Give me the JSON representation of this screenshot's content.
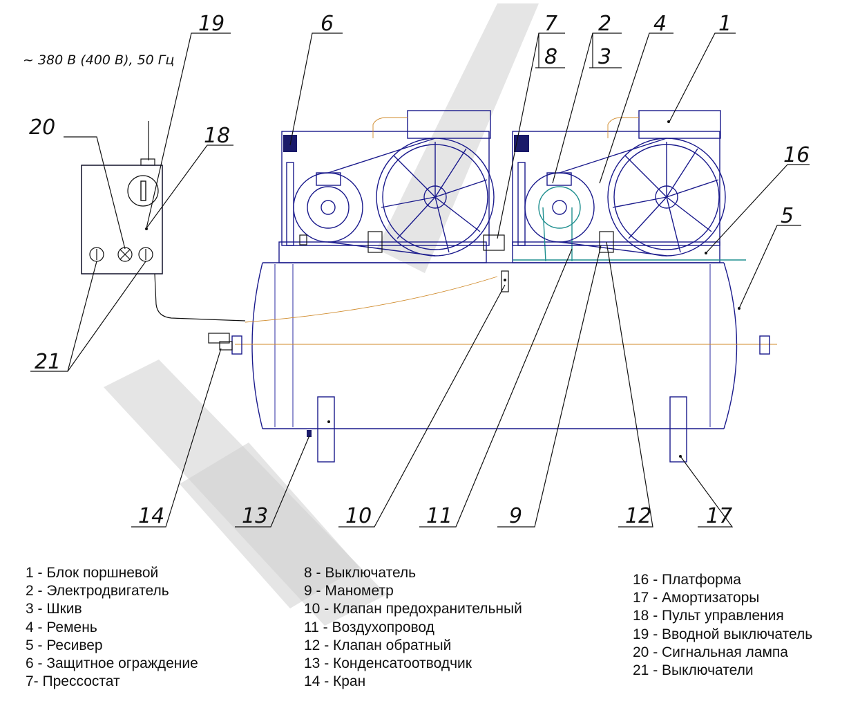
{
  "supply_label": "~ 380 В (400 В), 50 Гц",
  "callouts": {
    "c1": "1",
    "c2": "2",
    "c3": "3",
    "c4": "4",
    "c5": "5",
    "c6": "6",
    "c7": "7",
    "c8": "8",
    "c9": "9",
    "c10": "10",
    "c11": "11",
    "c12": "12",
    "c13": "13",
    "c14": "14",
    "c16": "16",
    "c17": "17",
    "c18": "18",
    "c19": "19",
    "c20": "20",
    "c21": "21"
  },
  "legend": {
    "col1": [
      "1 - Блок поршневой",
      "2 - Электродвигатель",
      "3 - Шкив",
      "4 - Ремень",
      "5 - Ресивер",
      "6 - Защитное ограждение",
      "7- Прессостат"
    ],
    "col2": [
      "8 - Выключатель",
      "9 - Манометр",
      "10 - Клапан предохранительный",
      "11 - Воздухопровод",
      "12 - Клапан обратный",
      "13 - Конденсатоотводчик",
      "14 - Кран"
    ],
    "col3": [
      "16 - Платформа",
      "17 - Амортизаторы",
      "18 - Пульт управления",
      "19 - Вводной выключатель",
      "20 - Сигнальная лампа",
      "21 - Выключатели"
    ]
  },
  "colors": {
    "line": "#111111",
    "drawing_blue": "#1a1a8c",
    "pipe_orange": "#d08a2a",
    "cyan": "#1f8f8f",
    "watermark": "#cfcfcf"
  }
}
